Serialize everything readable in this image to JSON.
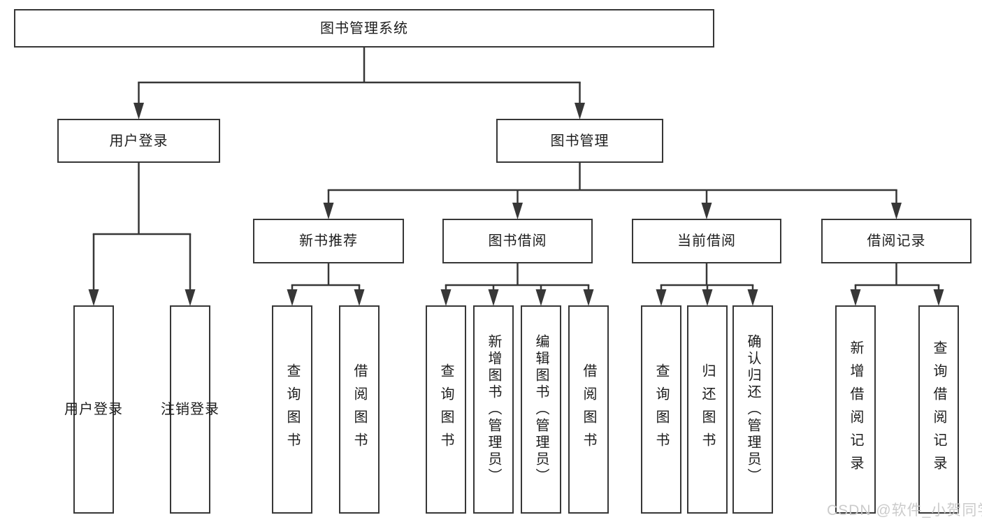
{
  "nodes": [
    {
      "id": "root",
      "label": "图书管理系统",
      "parent": null,
      "level": 1
    },
    {
      "id": "user-login",
      "label": "用户登录",
      "parent": "root",
      "level": 2
    },
    {
      "id": "book-mgmt",
      "label": "图书管理",
      "parent": "root",
      "level": 2
    },
    {
      "id": "login-leaf",
      "label": "用户登录",
      "parent": "user-login",
      "level": 3
    },
    {
      "id": "logout-leaf",
      "label": "注销登录",
      "parent": "user-login",
      "level": 3
    },
    {
      "id": "new-book-rec",
      "label": "新书推荐",
      "parent": "book-mgmt",
      "level": 3
    },
    {
      "id": "book-borrow",
      "label": "图书借阅",
      "parent": "book-mgmt",
      "level": 3
    },
    {
      "id": "current-borrow",
      "label": "当前借阅",
      "parent": "book-mgmt",
      "level": 3
    },
    {
      "id": "borrow-records",
      "label": "借阅记录",
      "parent": "book-mgmt",
      "level": 3
    },
    {
      "id": "rec-query-book",
      "label": "查询图书",
      "parent": "new-book-rec",
      "level": 4
    },
    {
      "id": "rec-borrow-book",
      "label": "借阅图书",
      "parent": "new-book-rec",
      "level": 4
    },
    {
      "id": "bb-query-book",
      "label": "查询图书",
      "parent": "book-borrow",
      "level": 4
    },
    {
      "id": "bb-add-book",
      "label": "新增图书（管理员）",
      "parent": "book-borrow",
      "level": 4
    },
    {
      "id": "bb-edit-book",
      "label": "编辑图书（管理员）",
      "parent": "book-borrow",
      "level": 4
    },
    {
      "id": "bb-borrow-book",
      "label": "借阅图书",
      "parent": "book-borrow",
      "level": 4
    },
    {
      "id": "cb-query-book",
      "label": "查询图书",
      "parent": "current-borrow",
      "level": 4
    },
    {
      "id": "cb-return-book",
      "label": "归还图书",
      "parent": "current-borrow",
      "level": 4
    },
    {
      "id": "cb-confirm-return",
      "label": "确认归还（管理员）",
      "parent": "current-borrow",
      "level": 4
    },
    {
      "id": "br-add-record",
      "label": "新增借阅记录",
      "parent": "borrow-records",
      "level": 4
    },
    {
      "id": "br-query-record",
      "label": "查询借阅记录",
      "parent": "borrow-records",
      "level": 4
    }
  ],
  "watermark": "CSDN @软件_小贺同学",
  "colors": {
    "line": "#373737",
    "box_border": "#373737",
    "text": "#1d1d1d",
    "watermark": "#c9c9c9",
    "background": "#ffffff"
  }
}
